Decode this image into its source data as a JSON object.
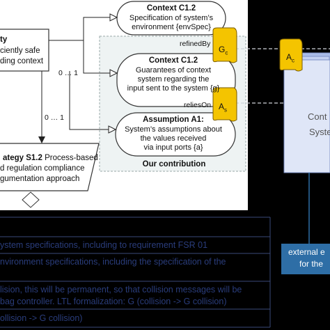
{
  "goal_partial": {
    "line1": "ty",
    "line2": "ciently safe",
    "line3": "ding context"
  },
  "context_c12_top": {
    "title": "Context C1.2",
    "line1": "Specification of system’s",
    "line2": "environment {envSpec}"
  },
  "context_c12_mid": {
    "title": "Context C1.2",
    "line1": "Guarantees of context",
    "line2": "system regarding the",
    "line3": "input sent to the system {g}"
  },
  "assumption_a1": {
    "title": "Assumption A1:",
    "line1": "System’s assumptions about",
    "line2": "the values received",
    "line3": "via input ports {a}"
  },
  "strategy": {
    "title": "ategy S1.2",
    "title_rest": " Process-based",
    "line2": "d regulation compliance",
    "line3": "gumentation approach"
  },
  "our_contribution": "Our contribution",
  "relations": {
    "refined_by": "refinedBy",
    "relies_on": "reliesOn",
    "mult1": "0 … 1",
    "mult2": "0 … 1"
  },
  "tags": {
    "gc_letter": "G",
    "gc_sub": "c",
    "as_letter": "A",
    "as_sub": "s",
    "ac_letter": "A",
    "ac_sub": "c"
  },
  "system_box": {
    "line1": "Cont",
    "line2": "Syste"
  },
  "external_note": {
    "line1": "external e",
    "line2": "for the"
  },
  "table_rows": [
    "ystem specifications, including to requirement FSR 01",
    "nvironment specifications, including the specification of  the",
    "",
    "lision, this will be permanent, so that collision messages will be",
    "bag controller. LTL formalization: G (collision -> G collision)",
    "ollision -> G collision)"
  ],
  "colors": {
    "tag_yellow": "#f4c400",
    "system_blue": "#dfe6f7",
    "table_text": "#2a3d7c",
    "note_blue": "#2e6ea6"
  }
}
